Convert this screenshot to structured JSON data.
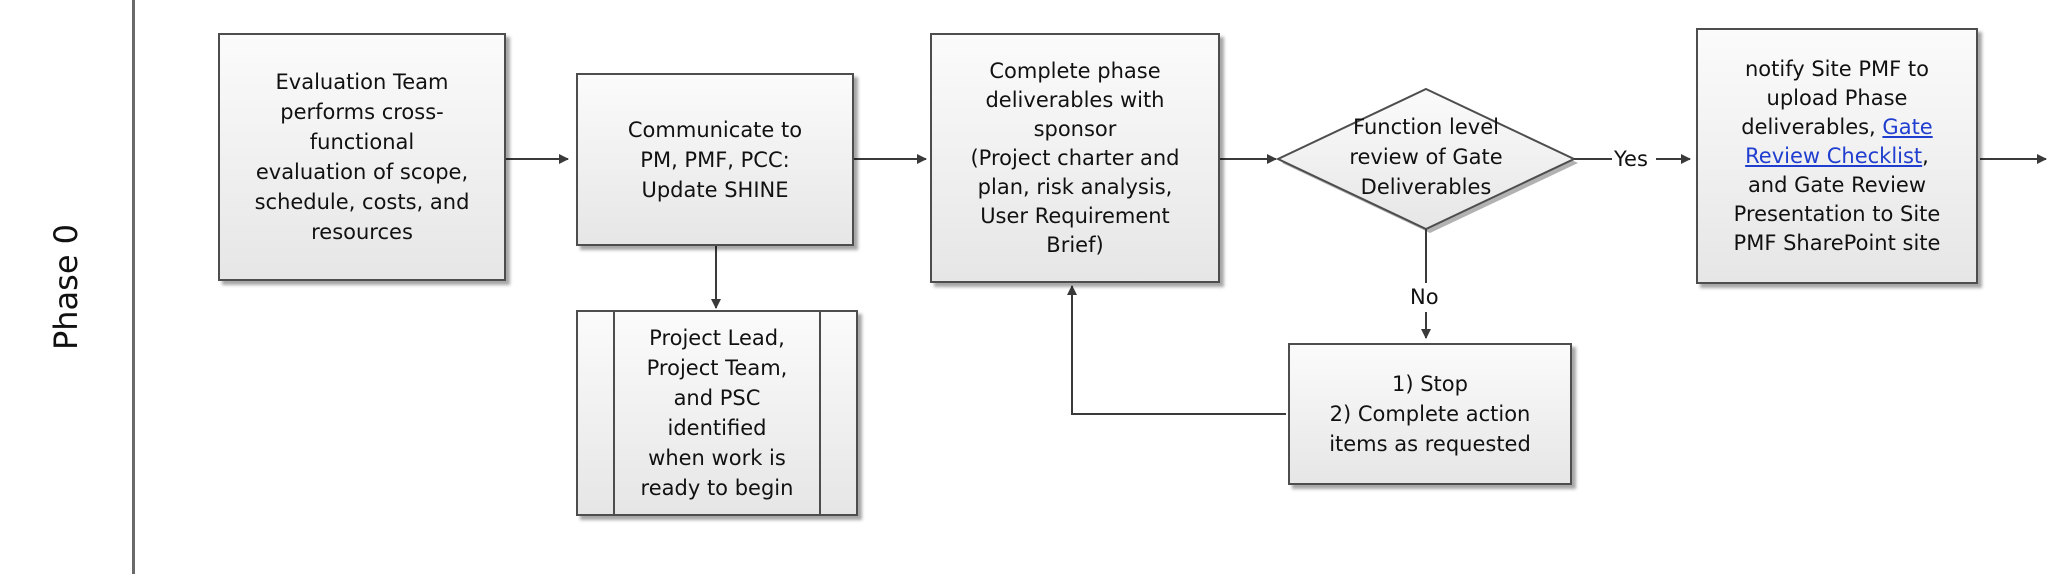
{
  "lane": {
    "label": "Phase 0"
  },
  "nodes": {
    "evaluation": "Evaluation Team\nperforms cross-\nfunctional\nevaluation of scope,\nschedule, costs, and\nresources",
    "communicate": "Communicate to\nPM, PMF, PCC:\nUpdate SHINE",
    "project_lead": "Project Lead,\nProject Team,\nand PSC\nidentified\nwhen work is\nready to begin",
    "complete_phase": "Complete phase\ndeliverables with\nsponsor\n(Project charter and\nplan, risk analysis,\nUser Requirement\nBrief)",
    "decision": "Function level\nreview of Gate\nDeliverables",
    "stop": "1) Stop\n2) Complete action\nitems as requested",
    "notify": {
      "line1": "notify Site PMF to",
      "line2": "upload Phase",
      "line3_pre": "deliverables, ",
      "line3_link": "Gate",
      "line4_link": "Review Checklist",
      "line4_post": ",",
      "line5": "and Gate Review",
      "line6": "Presentation to Site",
      "line7": "PMF SharePoint site"
    }
  },
  "edges": {
    "yes": "Yes",
    "no": "No"
  }
}
